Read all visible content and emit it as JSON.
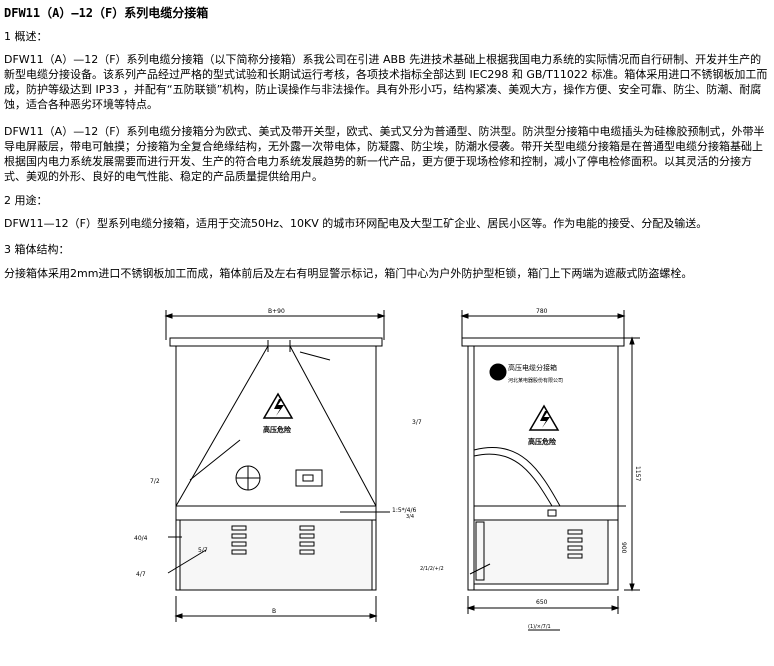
{
  "doc": {
    "title": "DFW11（A）—12（F）系列电缆分接箱",
    "s1_heading": "1 概述：",
    "s1_p1": "DFW11（A）—12（F）系列电缆分接箱（以下简称分接箱）系我公司在引进 ABB 先进技术基础上根据我国电力系统的实际情况而自行研制、开发并生产的新型电缆分接设备。该系列产品经过严格的型式试验和长期试运行考核，各项技术指标全部达到 IEC298 和 GB/T11022 标准。箱体采用进口不锈钢板加工而成，防护等级达到 IP33 ，并配有“五防联锁”机构，防止误操作与非法操作。具有外形小巧，结构紧凑、美观大方，操作方便、安全可靠、防尘、防潮、耐腐蚀，适合各种恶劣环境等特点。",
    "s1_p2": "DFW11（A）—12（F）系列电缆分接箱分为欧式、美式及带开关型，欧式、美式又分为普通型、防洪型。防洪型分接箱中电缆插头为硅橡胶预制式，外带半导电屏蔽层，带电可触摸；分接箱为全复合绝缘结构，无外露一次带电体，防凝露、防尘埃，防潮水侵袭。带开关型电缆分接箱是在普通型电缆分接箱基础上根据国内电力系统发展需要而进行开发、生产的符合电力系统发展趋势的新一代产品，更方便于现场检修和控制，减小了停电检修面积。以其灵活的分接方式、美观的外形、良好的电气性能、稳定的产品质量提供给用户。",
    "s2_heading": "2 用途：",
    "s2_p1": "DFW11—12（F）型系列电缆分接箱，适用于交流50Hz、10KV 的城市环网配电及大型工矿企业、居民小区等。作为电能的接受、分配及输送。",
    "s3_heading": "3 箱体结构：",
    "s3_p1": "分接箱体采用2mm进口不锈钢板加工而成，箱体前后及左右有明显警示标记，箱门中心为户外防护型柜锁，箱门上下两端为遮蔽式防盗螺栓。"
  },
  "drawing": {
    "front": {
      "dim_top": "B+90",
      "dim_bottom": "B",
      "warning": "高压危险",
      "labels": [
        "7/2",
        "40/4",
        "4/7",
        "5/7",
        "3/7",
        "1:5*/4/6"
      ]
    },
    "side": {
      "dim_top": "780",
      "dim_bottom": "650",
      "dim_height": "1157",
      "dim_lower": "900",
      "brand": "高压电缆分接箱",
      "company": "河北某电器股份有限公司",
      "warning": "高压危险",
      "labels": [
        "3/4",
        "2/1/2/+/2"
      ],
      "caption": "(1)/×/7/1"
    },
    "colors": {
      "line": "#000000",
      "panel": "#f2f2f2"
    }
  }
}
